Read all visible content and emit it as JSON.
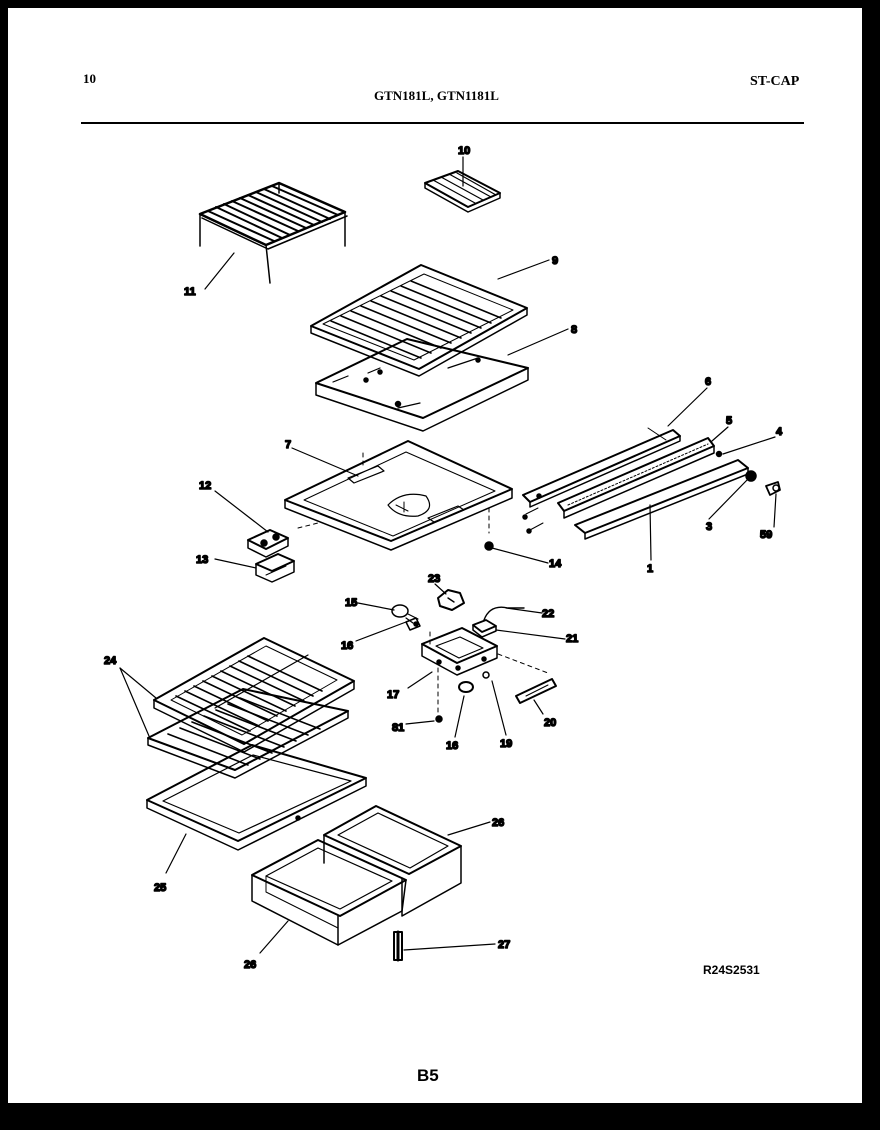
{
  "header": {
    "page_number": "10",
    "model_numbers": "GTN181L, GTN1181L",
    "section_code": "ST-CAP"
  },
  "footer": {
    "drawing_id": "R24S2531",
    "page_label": "B5"
  },
  "callouts": {
    "c1": "1",
    "c3": "3",
    "c4": "4",
    "c5": "5",
    "c6": "6",
    "c7": "7",
    "c8": "8",
    "c9": "9",
    "c10": "10",
    "c11": "11",
    "c12": "12",
    "c13": "13",
    "c14": "14",
    "c15": "15",
    "c16a": "16",
    "c16b": "16",
    "c17": "17",
    "c19": "19",
    "c20": "20",
    "c21": "21",
    "c22": "22",
    "c23": "23",
    "c24": "24",
    "c25": "25",
    "c26a": "26",
    "c26b": "26",
    "c27": "27",
    "c59": "59",
    "c81": "81"
  },
  "colors": {
    "ink": "#000000",
    "paper": "#ffffff",
    "frame": "#000000"
  }
}
